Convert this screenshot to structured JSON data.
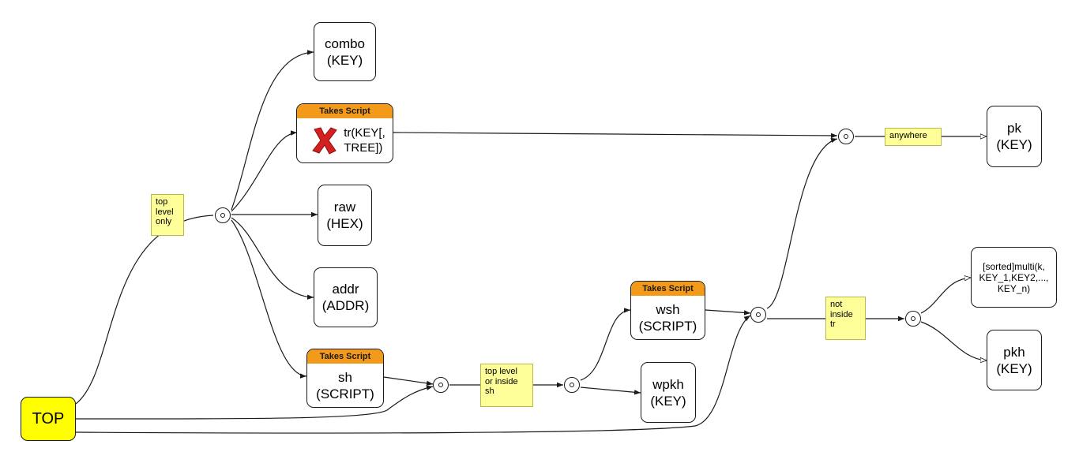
{
  "colors": {
    "top_fill": "#ffff00",
    "note_fill": "#ffff99",
    "banner_fill": "#f49a1a",
    "line": "#1a1a1a",
    "cross": "#d42020"
  },
  "nodes": {
    "top": {
      "label": "TOP"
    },
    "combo": {
      "line1": "combo",
      "line2": "(KEY)"
    },
    "tr": {
      "banner": "Takes Script",
      "line1": "tr(KEY[,",
      "line2": "TREE])",
      "icon": "red-x-icon"
    },
    "raw": {
      "line1": "raw",
      "line2": "(HEX)"
    },
    "addr": {
      "line1": "addr",
      "line2": "(ADDR)"
    },
    "sh": {
      "banner": "Takes Script",
      "line1": "sh",
      "line2": "(SCRIPT)"
    },
    "wsh": {
      "banner": "Takes Script",
      "line1": "wsh",
      "line2": "(SCRIPT)"
    },
    "wpkh": {
      "line1": "wpkh",
      "line2": "(KEY)"
    },
    "pk": {
      "line1": "pk",
      "line2": "(KEY)"
    },
    "multi": {
      "line1": "[sorted]multi(k,",
      "line2": "KEY_1,KEY2,...,",
      "line3": "KEY_n)"
    },
    "pkh": {
      "line1": "pkh",
      "line2": "(KEY)"
    }
  },
  "notes": {
    "top_level_only": {
      "line1": "top",
      "line2": "level",
      "line3": "only"
    },
    "top_level_or_inside_sh": {
      "line1": "top level",
      "line2": "or inside",
      "line3": "sh"
    },
    "anywhere": {
      "line1": "anywhere"
    },
    "not_inside_tr": {
      "line1": "not",
      "line2": "inside",
      "line3": "tr"
    }
  }
}
